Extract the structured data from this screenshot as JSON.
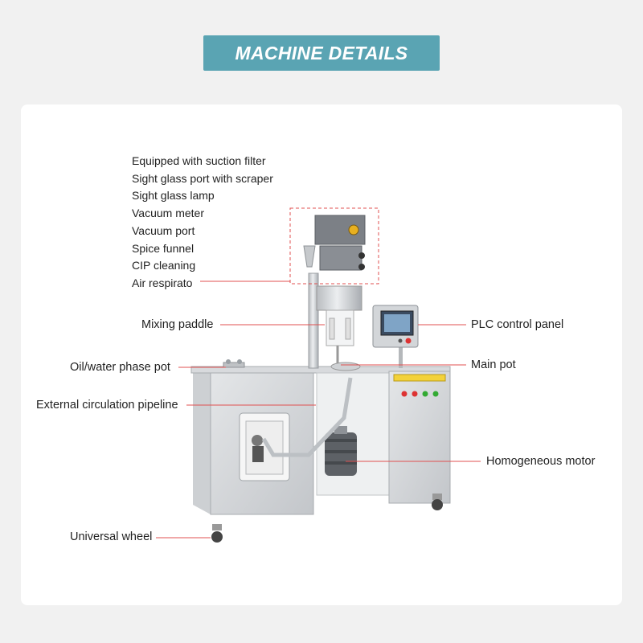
{
  "header": {
    "title": "MACHINE DETAILS"
  },
  "features": [
    "Equipped with suction filter",
    "Sight glass port with scraper",
    "Sight glass lamp",
    "Vacuum meter",
    "Vacuum port",
    "Spice funnel",
    "CIP cleaning",
    "Air respirato"
  ],
  "callouts": {
    "mixing_paddle": "Mixing paddle",
    "oil_water_pot": "Oil/water phase pot",
    "external_pipeline": "External circulation pipeline",
    "universal_wheel": "Universal wheel",
    "plc_panel": "PLC control panel",
    "main_pot": "Main pot",
    "homogeneous_motor": "Homogeneous motor"
  },
  "colors": {
    "banner": "#5aa4b3",
    "leader_line": "#e05050",
    "steel": "#c9ccd0"
  }
}
